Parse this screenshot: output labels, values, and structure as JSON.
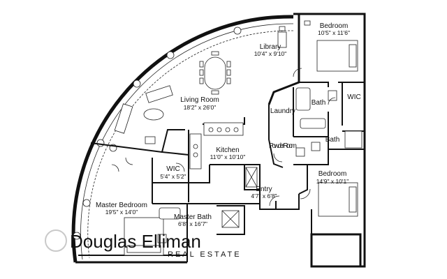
{
  "rooms": {
    "library": {
      "name": "Library",
      "dim": "10'4\" x 9'10\""
    },
    "bedroom_top": {
      "name": "Bedroom",
      "dim": "10'5\" x 11'6\""
    },
    "living_room": {
      "name": "Living Room",
      "dim": "18'2\" x 26'0\""
    },
    "laundry": {
      "name": "Laundry"
    },
    "bath_upper": {
      "name": "Bath"
    },
    "wic_right": {
      "name": "WIC"
    },
    "bath_lower": {
      "name": "Bath"
    },
    "kitchen": {
      "name": "Kitchen",
      "dim": "11'0\" x 10'10\""
    },
    "powder_room": {
      "name": "Powder Room"
    },
    "wic_left": {
      "name": "WIC",
      "dim": "5'4\" x 5'2\""
    },
    "bedroom_bottom": {
      "name": "Bedroom",
      "dim": "14'9\" x 10'1\""
    },
    "entry": {
      "name": "Entry",
      "dim": "4'7\" x 6'8\""
    },
    "master_bedroom": {
      "name": "Master Bedroom",
      "dim": "19'5\" x 14'0\""
    },
    "master_bath": {
      "name": "Master Bath",
      "dim": "6'8\" x 16'7\""
    }
  },
  "watermark": {
    "brand": "Douglas Elliman",
    "sub": "REAL ESTATE"
  }
}
